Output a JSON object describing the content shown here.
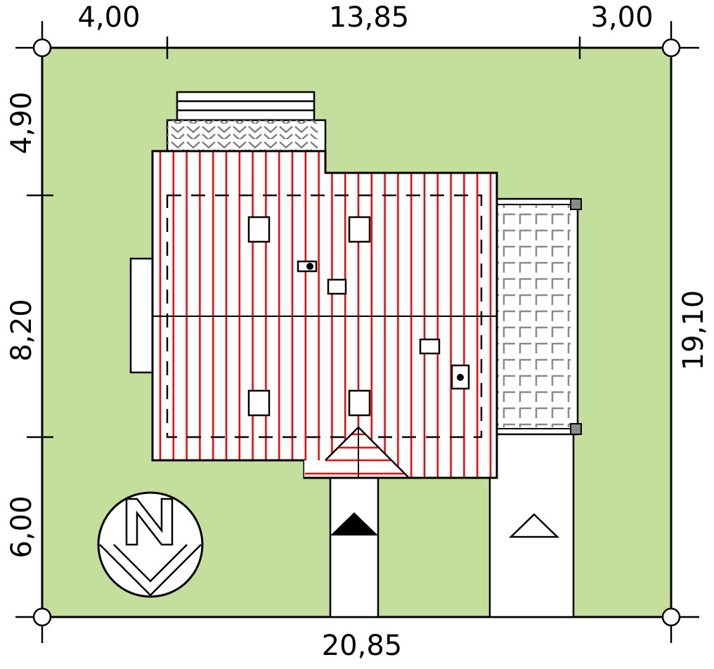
{
  "dimensions": {
    "top_left": "4,00",
    "top_middle": "13,85",
    "top_right": "3,00",
    "bottom_total": "20,85",
    "left_top": "4,90",
    "left_middle": "8,20",
    "left_bottom": "6,00",
    "right_total": "19,10"
  },
  "colors": {
    "plot": "#c4de9c",
    "roof_lines": "#ff0000",
    "paving": "#888888"
  },
  "compass": {
    "label": "N"
  }
}
